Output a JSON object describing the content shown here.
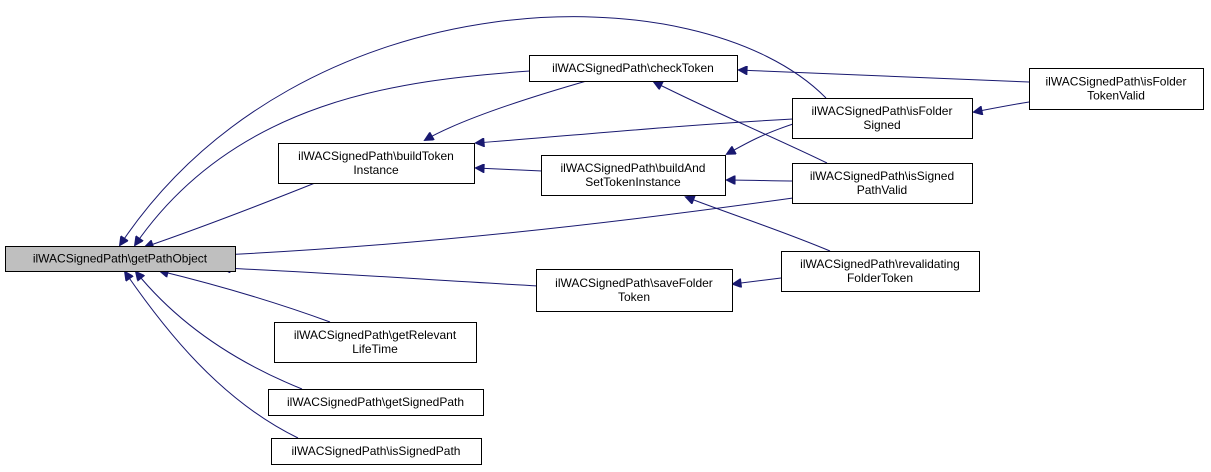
{
  "graph": {
    "root": "getPathObject",
    "nodes": [
      {
        "id": "getPathObject",
        "lines": [
          "ilWACSignedPath\\getPathObject"
        ],
        "root": true
      },
      {
        "id": "buildTokenInstance",
        "lines": [
          "ilWACSignedPath\\buildToken",
          "Instance"
        ]
      },
      {
        "id": "getRelevantLifeTime",
        "lines": [
          "ilWACSignedPath\\getRelevant",
          "LifeTime"
        ]
      },
      {
        "id": "getSignedPath",
        "lines": [
          "ilWACSignedPath\\getSignedPath"
        ]
      },
      {
        "id": "isSignedPath",
        "lines": [
          "ilWACSignedPath\\isSignedPath"
        ]
      },
      {
        "id": "checkToken",
        "lines": [
          "ilWACSignedPath\\checkToken"
        ]
      },
      {
        "id": "buildAndSetTokenInstance",
        "lines": [
          "ilWACSignedPath\\buildAnd",
          "SetTokenInstance"
        ]
      },
      {
        "id": "saveFolderToken",
        "lines": [
          "ilWACSignedPath\\saveFolder",
          "Token"
        ]
      },
      {
        "id": "isFolderSigned",
        "lines": [
          "ilWACSignedPath\\isFolder",
          "Signed"
        ]
      },
      {
        "id": "isSignedPathValid",
        "lines": [
          "ilWACSignedPath\\isSigned",
          "PathValid"
        ]
      },
      {
        "id": "revalidatingFolderToken",
        "lines": [
          "ilWACSignedPath\\revalidating",
          "FolderToken"
        ]
      },
      {
        "id": "isFolderTokenValid",
        "lines": [
          "ilWACSignedPath\\isFolder",
          "TokenValid"
        ]
      }
    ],
    "edges": [
      {
        "from": "buildTokenInstance",
        "to": "getPathObject"
      },
      {
        "from": "getRelevantLifeTime",
        "to": "getPathObject"
      },
      {
        "from": "getSignedPath",
        "to": "getPathObject"
      },
      {
        "from": "isSignedPath",
        "to": "getPathObject"
      },
      {
        "from": "checkToken",
        "to": "getPathObject"
      },
      {
        "from": "saveFolderToken",
        "to": "getPathObject"
      },
      {
        "from": "isSignedPathValid",
        "to": "getPathObject"
      },
      {
        "from": "isFolderSigned",
        "to": "getPathObject"
      },
      {
        "from": "checkToken",
        "to": "buildTokenInstance"
      },
      {
        "from": "isFolderSigned",
        "to": "buildTokenInstance"
      },
      {
        "from": "buildAndSetTokenInstance",
        "to": "buildTokenInstance"
      },
      {
        "from": "isFolderTokenValid",
        "to": "checkToken"
      },
      {
        "from": "isSignedPathValid",
        "to": "checkToken"
      },
      {
        "from": "isFolderSigned",
        "to": "buildAndSetTokenInstance"
      },
      {
        "from": "isSignedPathValid",
        "to": "buildAndSetTokenInstance"
      },
      {
        "from": "revalidatingFolderToken",
        "to": "buildAndSetTokenInstance"
      },
      {
        "from": "revalidatingFolderToken",
        "to": "saveFolderToken"
      },
      {
        "from": "isFolderTokenValid",
        "to": "isFolderSigned"
      }
    ]
  }
}
